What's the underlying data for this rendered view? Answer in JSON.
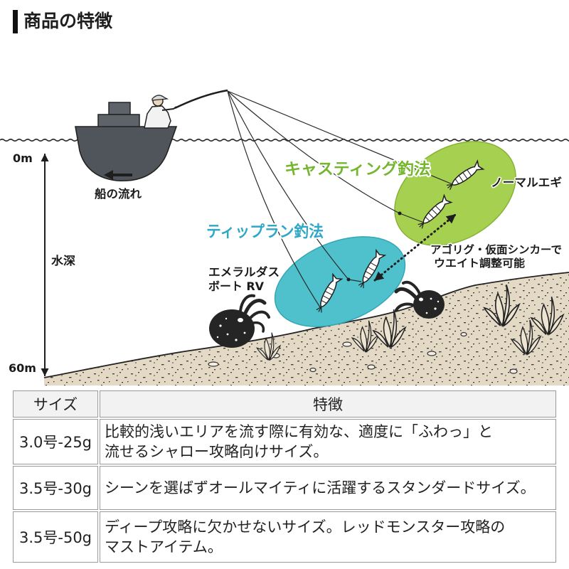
{
  "header": {
    "title": "商品の特徴"
  },
  "diagram": {
    "depth_top": "0m",
    "depth_label": "水深",
    "depth_bottom": "60m",
    "boat_flow": "船の流れ",
    "casting_method": "キャスティング釣法",
    "normal_egi": "ノーマルエギ",
    "tip_run_method": "ティップラン釣法",
    "product_name_lines": [
      "エメラルダス",
      "ボート RV"
    ],
    "weight_note_lines": [
      "アゴリグ・仮面シンカーで",
      "ウエイト調整可能"
    ],
    "colors": {
      "casting_area": "#a6d04f",
      "casting_label": "#74b62e",
      "tip_run_area": "#4fc1cd",
      "tip_run_label": "#2ea8c6",
      "boat_hull": "#50555c",
      "seabed": "#e3d9c5"
    }
  },
  "table": {
    "headers": [
      "サイズ",
      "特徴"
    ],
    "rows": [
      {
        "size": "3.0号-25g",
        "feature_lines": [
          "比較的浅いエリアを流す際に有効な、適度に「ふわっ」と",
          "流せるシャロー攻略向けサイズ。"
        ]
      },
      {
        "size": "3.5号-30g",
        "feature_lines": [
          "シーンを選ばずオールマイティに活躍するスタンダードサイズ。"
        ]
      },
      {
        "size": "3.5号-50g",
        "feature_lines": [
          "ディープ攻略に欠かせないサイズ。レッドモンスター攻略の",
          "マストアイテム。"
        ]
      }
    ]
  }
}
